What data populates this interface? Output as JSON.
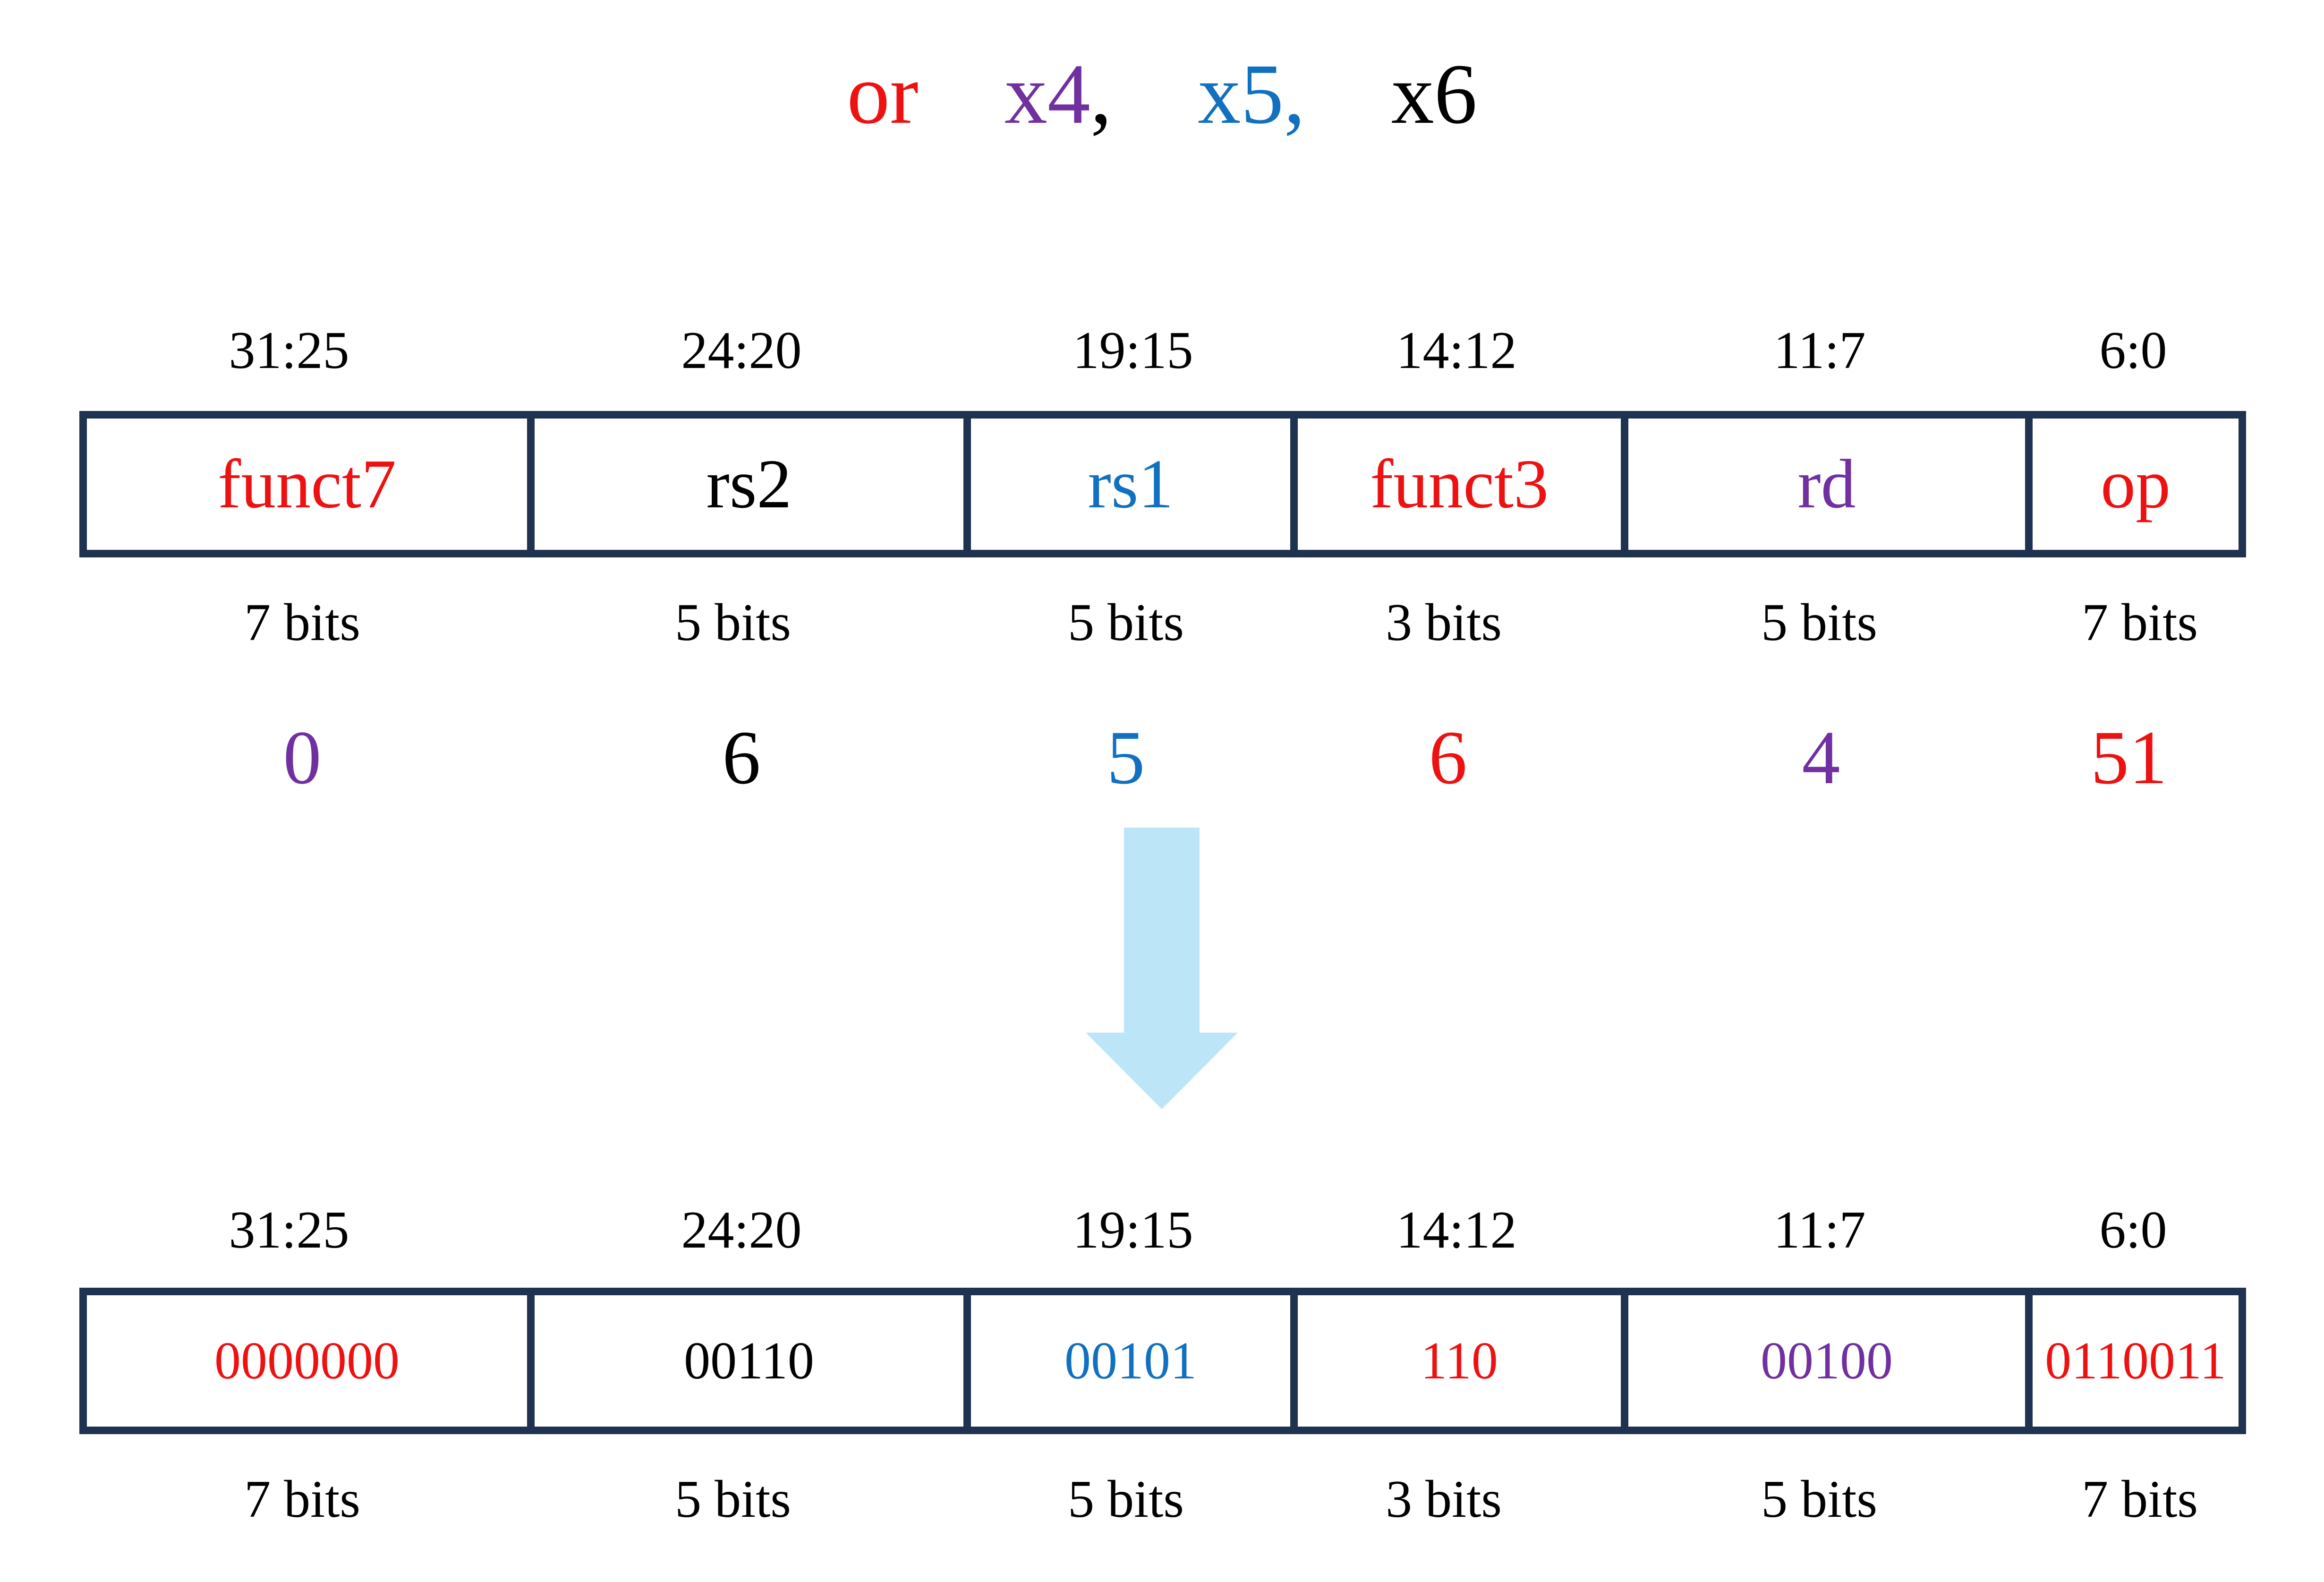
{
  "colors": {
    "red": "#ee1111",
    "purple": "#7030a0",
    "blue": "#1170c0",
    "black": "#000000",
    "border": "#1f3350",
    "arrow": "#bde5f8"
  },
  "instruction": {
    "mnemonic": "or",
    "rd": "x4,",
    "rs1": "x5,",
    "rs2": "x6"
  },
  "fields": [
    {
      "name": "funct7",
      "range": "31:25",
      "width": "7 bits",
      "value": "0",
      "binary": "0000000"
    },
    {
      "name": "rs2",
      "range": "24:20",
      "width": "5 bits",
      "value": "6",
      "binary": "00110"
    },
    {
      "name": "rs1",
      "range": "19:15",
      "width": "5 bits",
      "value": "5",
      "binary": "00101"
    },
    {
      "name": "funct3",
      "range": "14:12",
      "width": "3 bits",
      "value": "6",
      "binary": "110"
    },
    {
      "name": "rd",
      "range": "11:7",
      "width": "5 bits",
      "value": "4",
      "binary": "00100"
    },
    {
      "name": "op",
      "range": "6:0",
      "width": "7 bits",
      "value": "51",
      "binary": "0110011"
    }
  ],
  "arrow_icon": "down-arrow-icon"
}
